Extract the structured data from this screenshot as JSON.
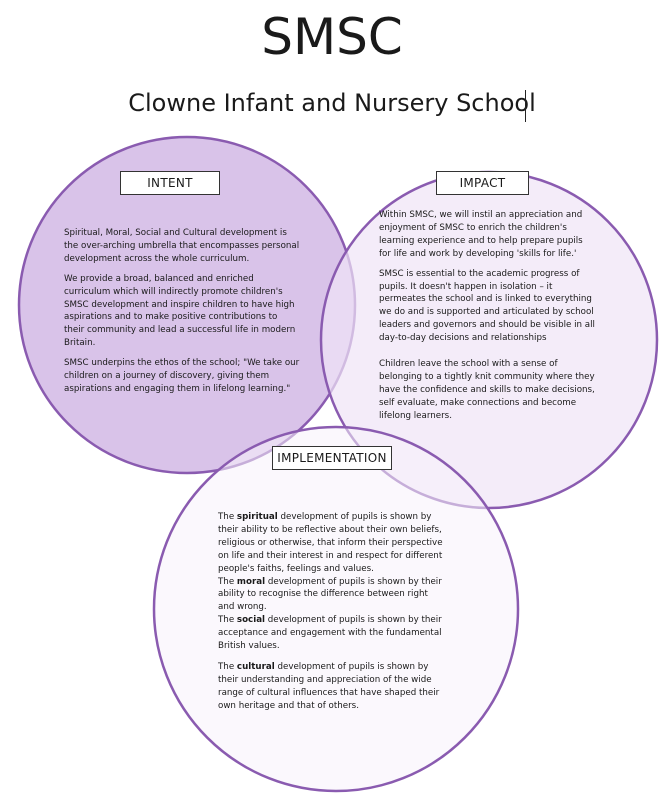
{
  "header": {
    "title": "SMSC",
    "subtitle": "Clowne Infant and Nursery School"
  },
  "colors": {
    "intent_fill": "#d7c0e8",
    "impact_fill": "#efe4f7",
    "implementation_fill": "#f8f3fb",
    "circle_stroke": "#8a5bb0"
  },
  "intent": {
    "label": "INTENT",
    "paragraphs": [
      "Spiritual, Moral, Social and Cultural development is the over-arching umbrella that encompasses personal development across the whole curriculum.",
      "We provide a broad, balanced and enriched curriculum which will indirectly promote children's SMSC development and inspire children to have high aspirations and to make positive contributions to their community and lead a successful life in modern Britain.",
      "SMSC underpins the ethos of the school; \"We take our children on a journey of discovery, giving them aspirations and engaging them in lifelong learning.\""
    ]
  },
  "impact": {
    "label": "IMPACT",
    "paragraphs": [
      "Within SMSC, we will instil an appreciation and enjoyment of SMSC to enrich the children's learning experience and to help prepare pupils for life and work by developing 'skills for life.'",
      "SMSC is essential to the academic progress of pupils. It doesn't happen in isolation – it permeates the school and is linked to everything we do and is supported and articulated by school leaders and governors and should be visible in all day-to-day decisions and relationships",
      "Children leave the school with a sense of belonging to a tightly knit community where they have the confidence and skills to make decisions, self evaluate, make connections and become lifelong learners."
    ]
  },
  "implementation": {
    "label": "IMPLEMENTATION",
    "items": [
      {
        "prefix": "The ",
        "keyword": "spiritual",
        "text": " development of pupils is shown by their ability to be reflective about their own beliefs, religious or otherwise, that inform their perspective on life and their interest in and respect for different people's faiths, feelings and values."
      },
      {
        "prefix": "The ",
        "keyword": "moral",
        "text": " development of pupils is shown by their ability to recognise the difference between right and wrong."
      },
      {
        "prefix": "The ",
        "keyword": "social",
        "text": " development of pupils is shown by their acceptance and engagement with the fundamental British values."
      },
      {
        "prefix": "The ",
        "keyword": "cultural",
        "text": " development of pupils is shown by their understanding and appreciation of the wide range of cultural influences that have shaped their own heritage and that of others."
      }
    ]
  }
}
